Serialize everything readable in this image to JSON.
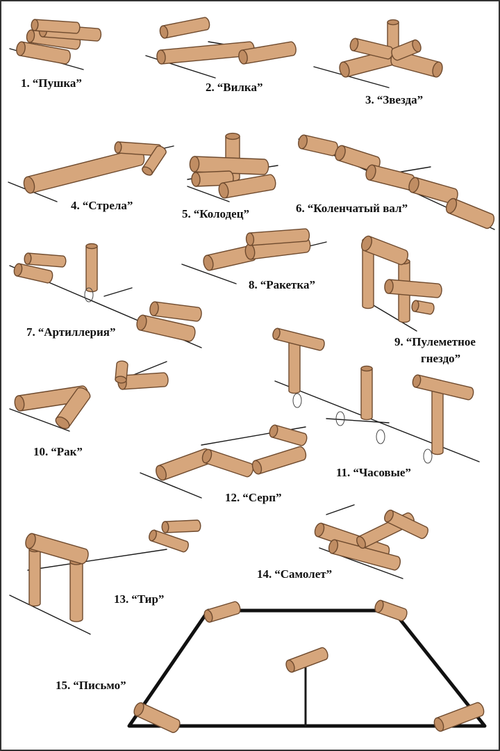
{
  "colors": {
    "log_fill": "#d6a67c",
    "log_stroke": "#6e4a2e",
    "log_end": "#c08d63",
    "ground_line": "#1a1a1a",
    "text": "#111111"
  },
  "figures": [
    {
      "num": "1.",
      "label": "“Пушка”"
    },
    {
      "num": "2.",
      "label": "“Вилка”"
    },
    {
      "num": "3.",
      "label": "“Звезда”"
    },
    {
      "num": "4.",
      "label": "“Стрела”"
    },
    {
      "num": "5.",
      "label": "“Колодец”"
    },
    {
      "num": "6.",
      "label": "“Коленчатый вал”"
    },
    {
      "num": "7.",
      "label": "“Артиллерия”"
    },
    {
      "num": "8.",
      "label": "“Ракетка”"
    },
    {
      "num": "9.",
      "label": "“Пулеметное",
      "label2": "гнездо”"
    },
    {
      "num": "10.",
      "label": "“Рак”"
    },
    {
      "num": "11.",
      "label": "“Часовые”"
    },
    {
      "num": "12.",
      "label": "“Серп”"
    },
    {
      "num": "13.",
      "label": "“Тир”"
    },
    {
      "num": "14.",
      "label": "“Самолет”"
    },
    {
      "num": "15.",
      "label": "“Письмо”"
    }
  ]
}
